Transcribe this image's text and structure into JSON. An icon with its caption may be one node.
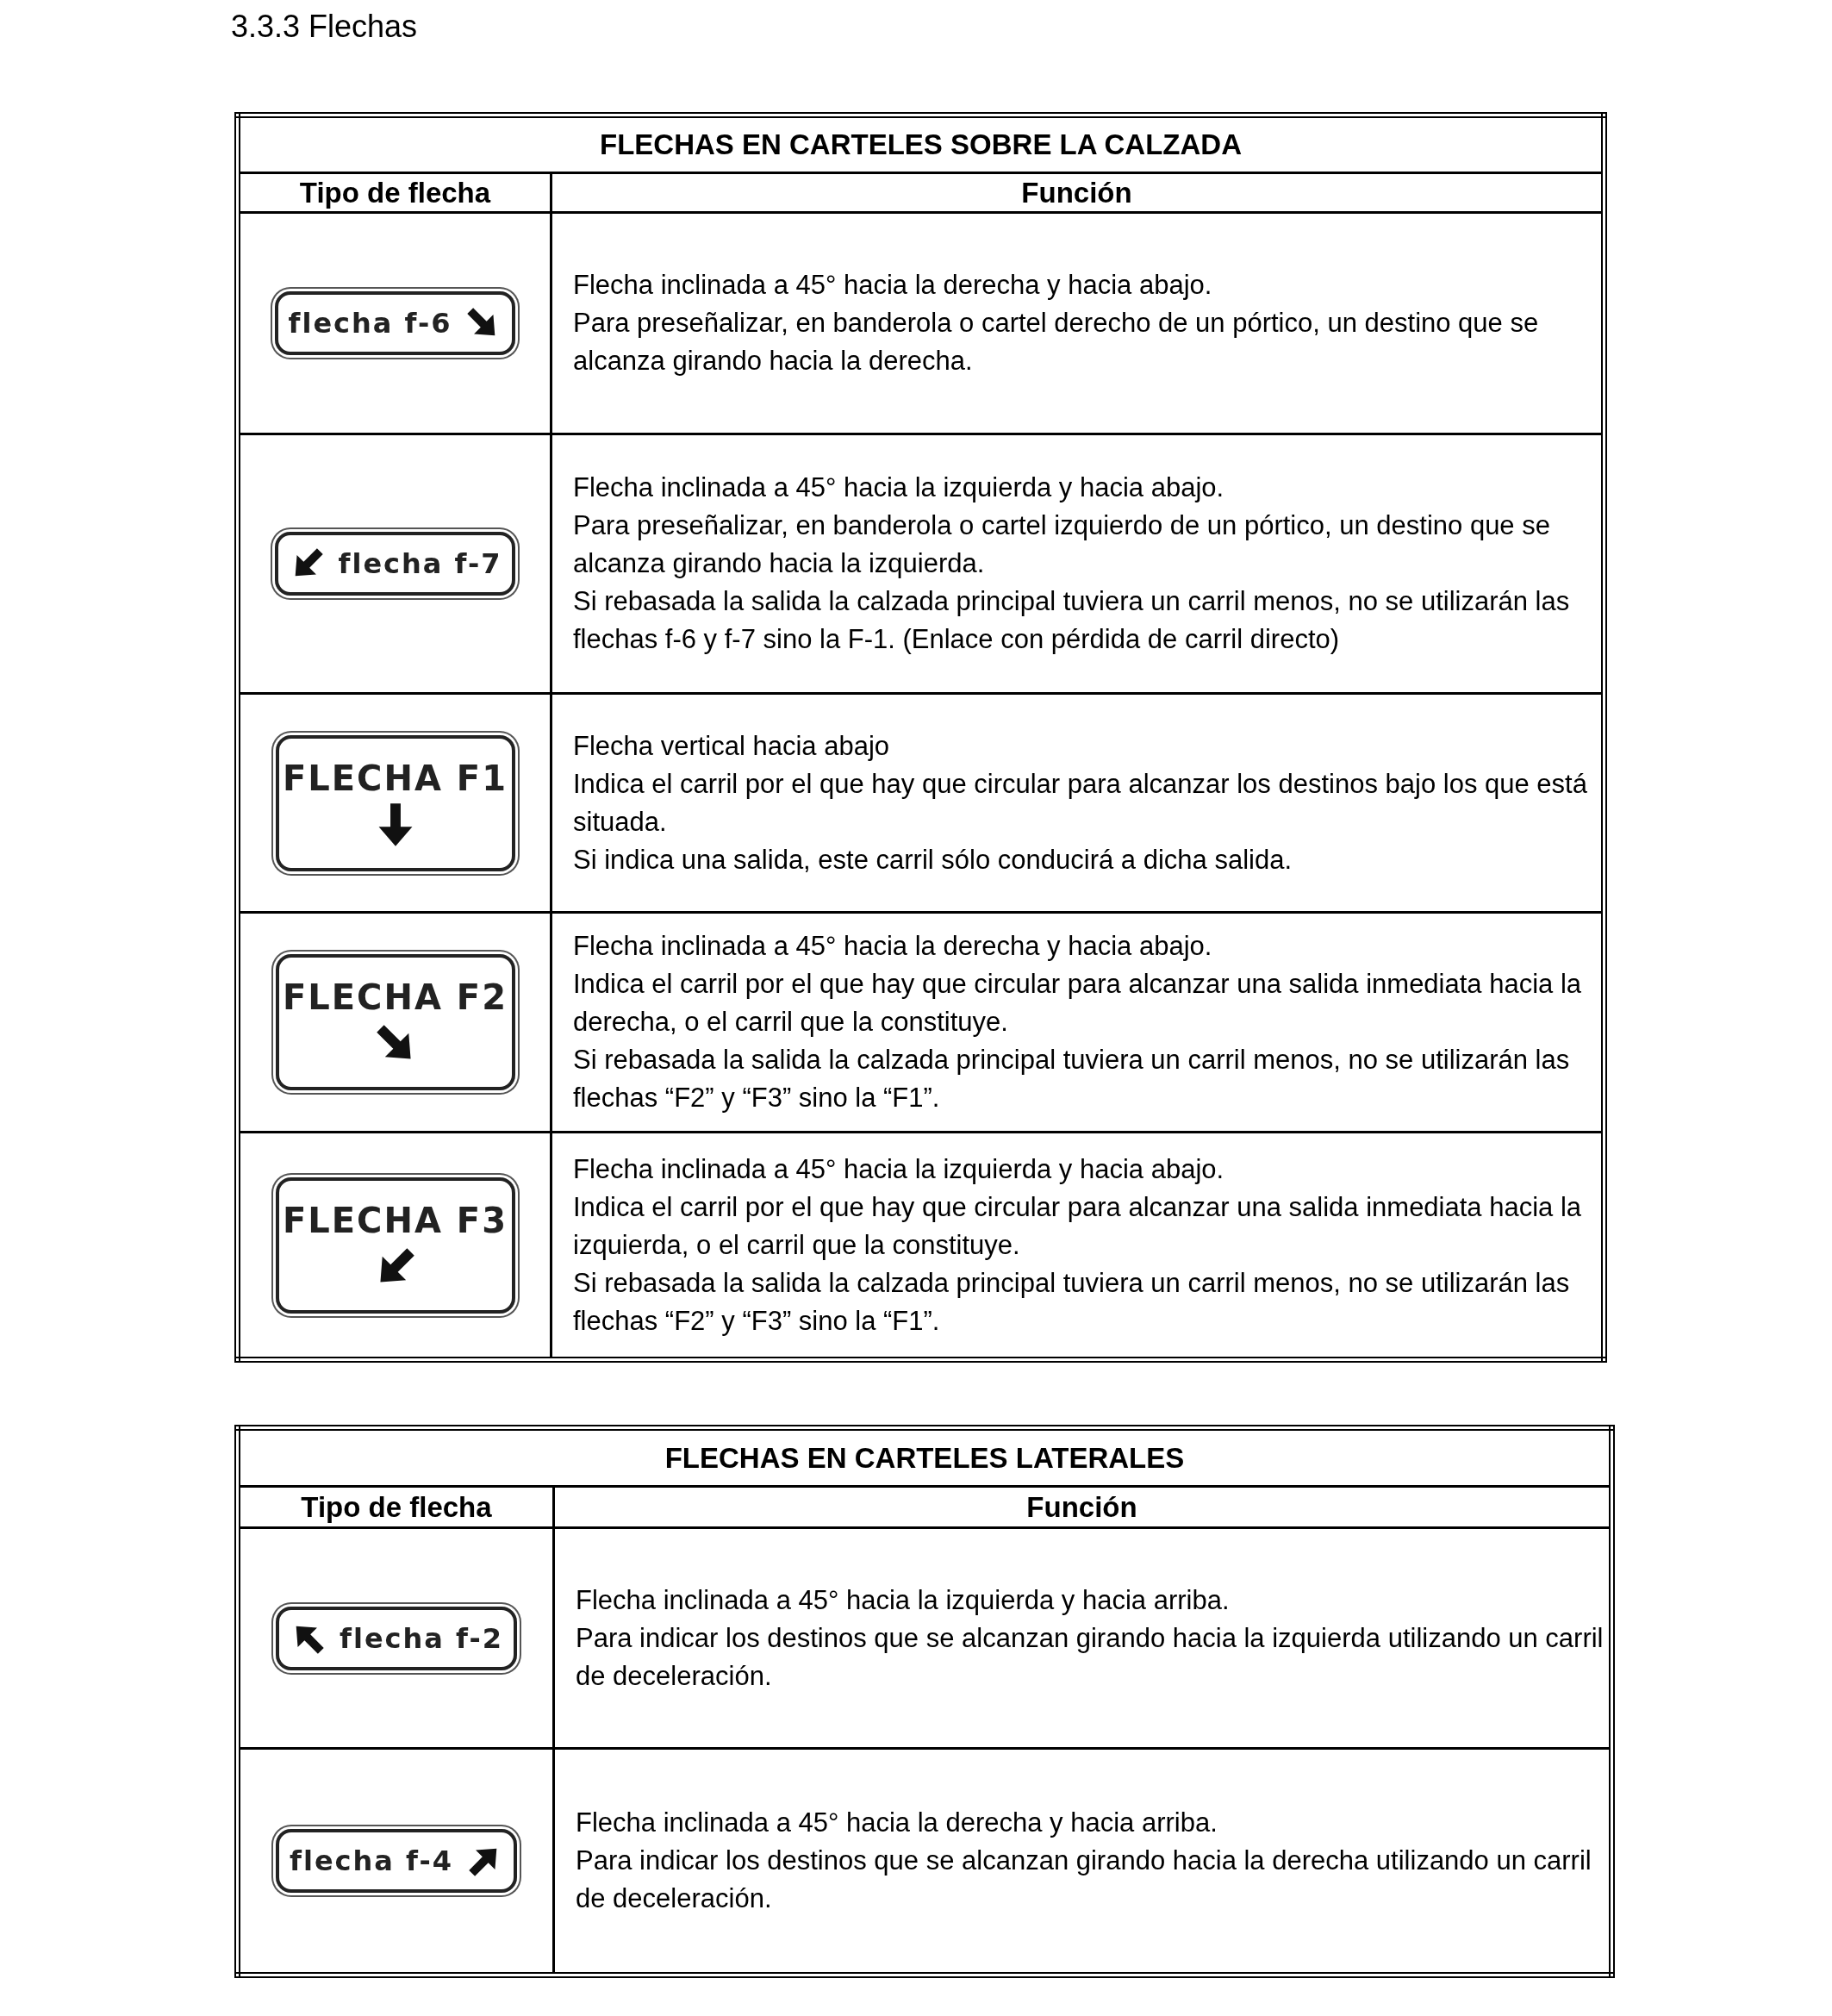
{
  "diagram": {
    "title": "3.3.3 Flechas",
    "labels": [
      "FLECHAS EN CARTELES SOBRE LA CALZADA",
      "Tipo de flecha",
      "Función",
      "flecha f-6",
      "Flecha inclinada a 45° hacia la derecha y hacia abajo.",
      "Para preseñalizar, en banderola o cartel derecho de un pórtico, un destino que se alcanza girando hacia la derecha.",
      "flecha f-7",
      "Flecha inclinada a 45° hacia la izquierda y hacia abajo.",
      "Para preseñalizar, en banderola o cartel izquierdo de un pórtico, un destino que se alcanza girando hacia la izquierda.",
      "Si rebasada la salida la calzada principal tuviera un carril menos, no se utilizarán las flechas f-6 y f-7 sino la F-1. (Enlace con pérdida de carril directo)",
      "FLECHA F1",
      "Flecha vertical hacia abajo",
      "Indica el carril por el que hay que circular para alcanzar los destinos bajo los que está situada.",
      "Si indica una salida, este carril sólo conducirá a dicha salida.",
      "FLECHA F2",
      "Flecha inclinada a 45° hacia la derecha y hacia abajo.",
      "Indica el carril por el que hay que circular para alcanzar una salida inmediata hacia la derecha, o el carril que la constituye.",
      "Si rebasada la salida la calzada principal tuviera un carril menos, no se utilizarán las flechas “F2” y “F3” sino la “F1”.",
      "FLECHA F3",
      "Flecha inclinada a 45° hacia la izquierda y hacia abajo.",
      "Indica el carril por el que hay que circular para alcanzar una salida inmediata hacia la izquierda, o el carril que la constituye.",
      "Si rebasada la salida la calzada principal tuviera un carril menos, no se utilizarán las flechas “F2” y “F3” sino la “F1”.",
      "FLECHAS EN CARTELES LATERALES",
      "Tipo de flecha",
      "Función",
      "flecha f-2",
      "Flecha inclinada a 45° hacia la izquierda y hacia arriba.",
      "Para indicar los destinos que se alcanzan girando hacia la izquierda utilizando un carril de deceleración.",
      "flecha f-4",
      "Flecha inclinada a 45° hacia la derecha y hacia arriba.",
      "Para indicar los destinos que se alcanzan girando hacia la derecha utilizando un carril de deceleración."
    ]
  }
}
